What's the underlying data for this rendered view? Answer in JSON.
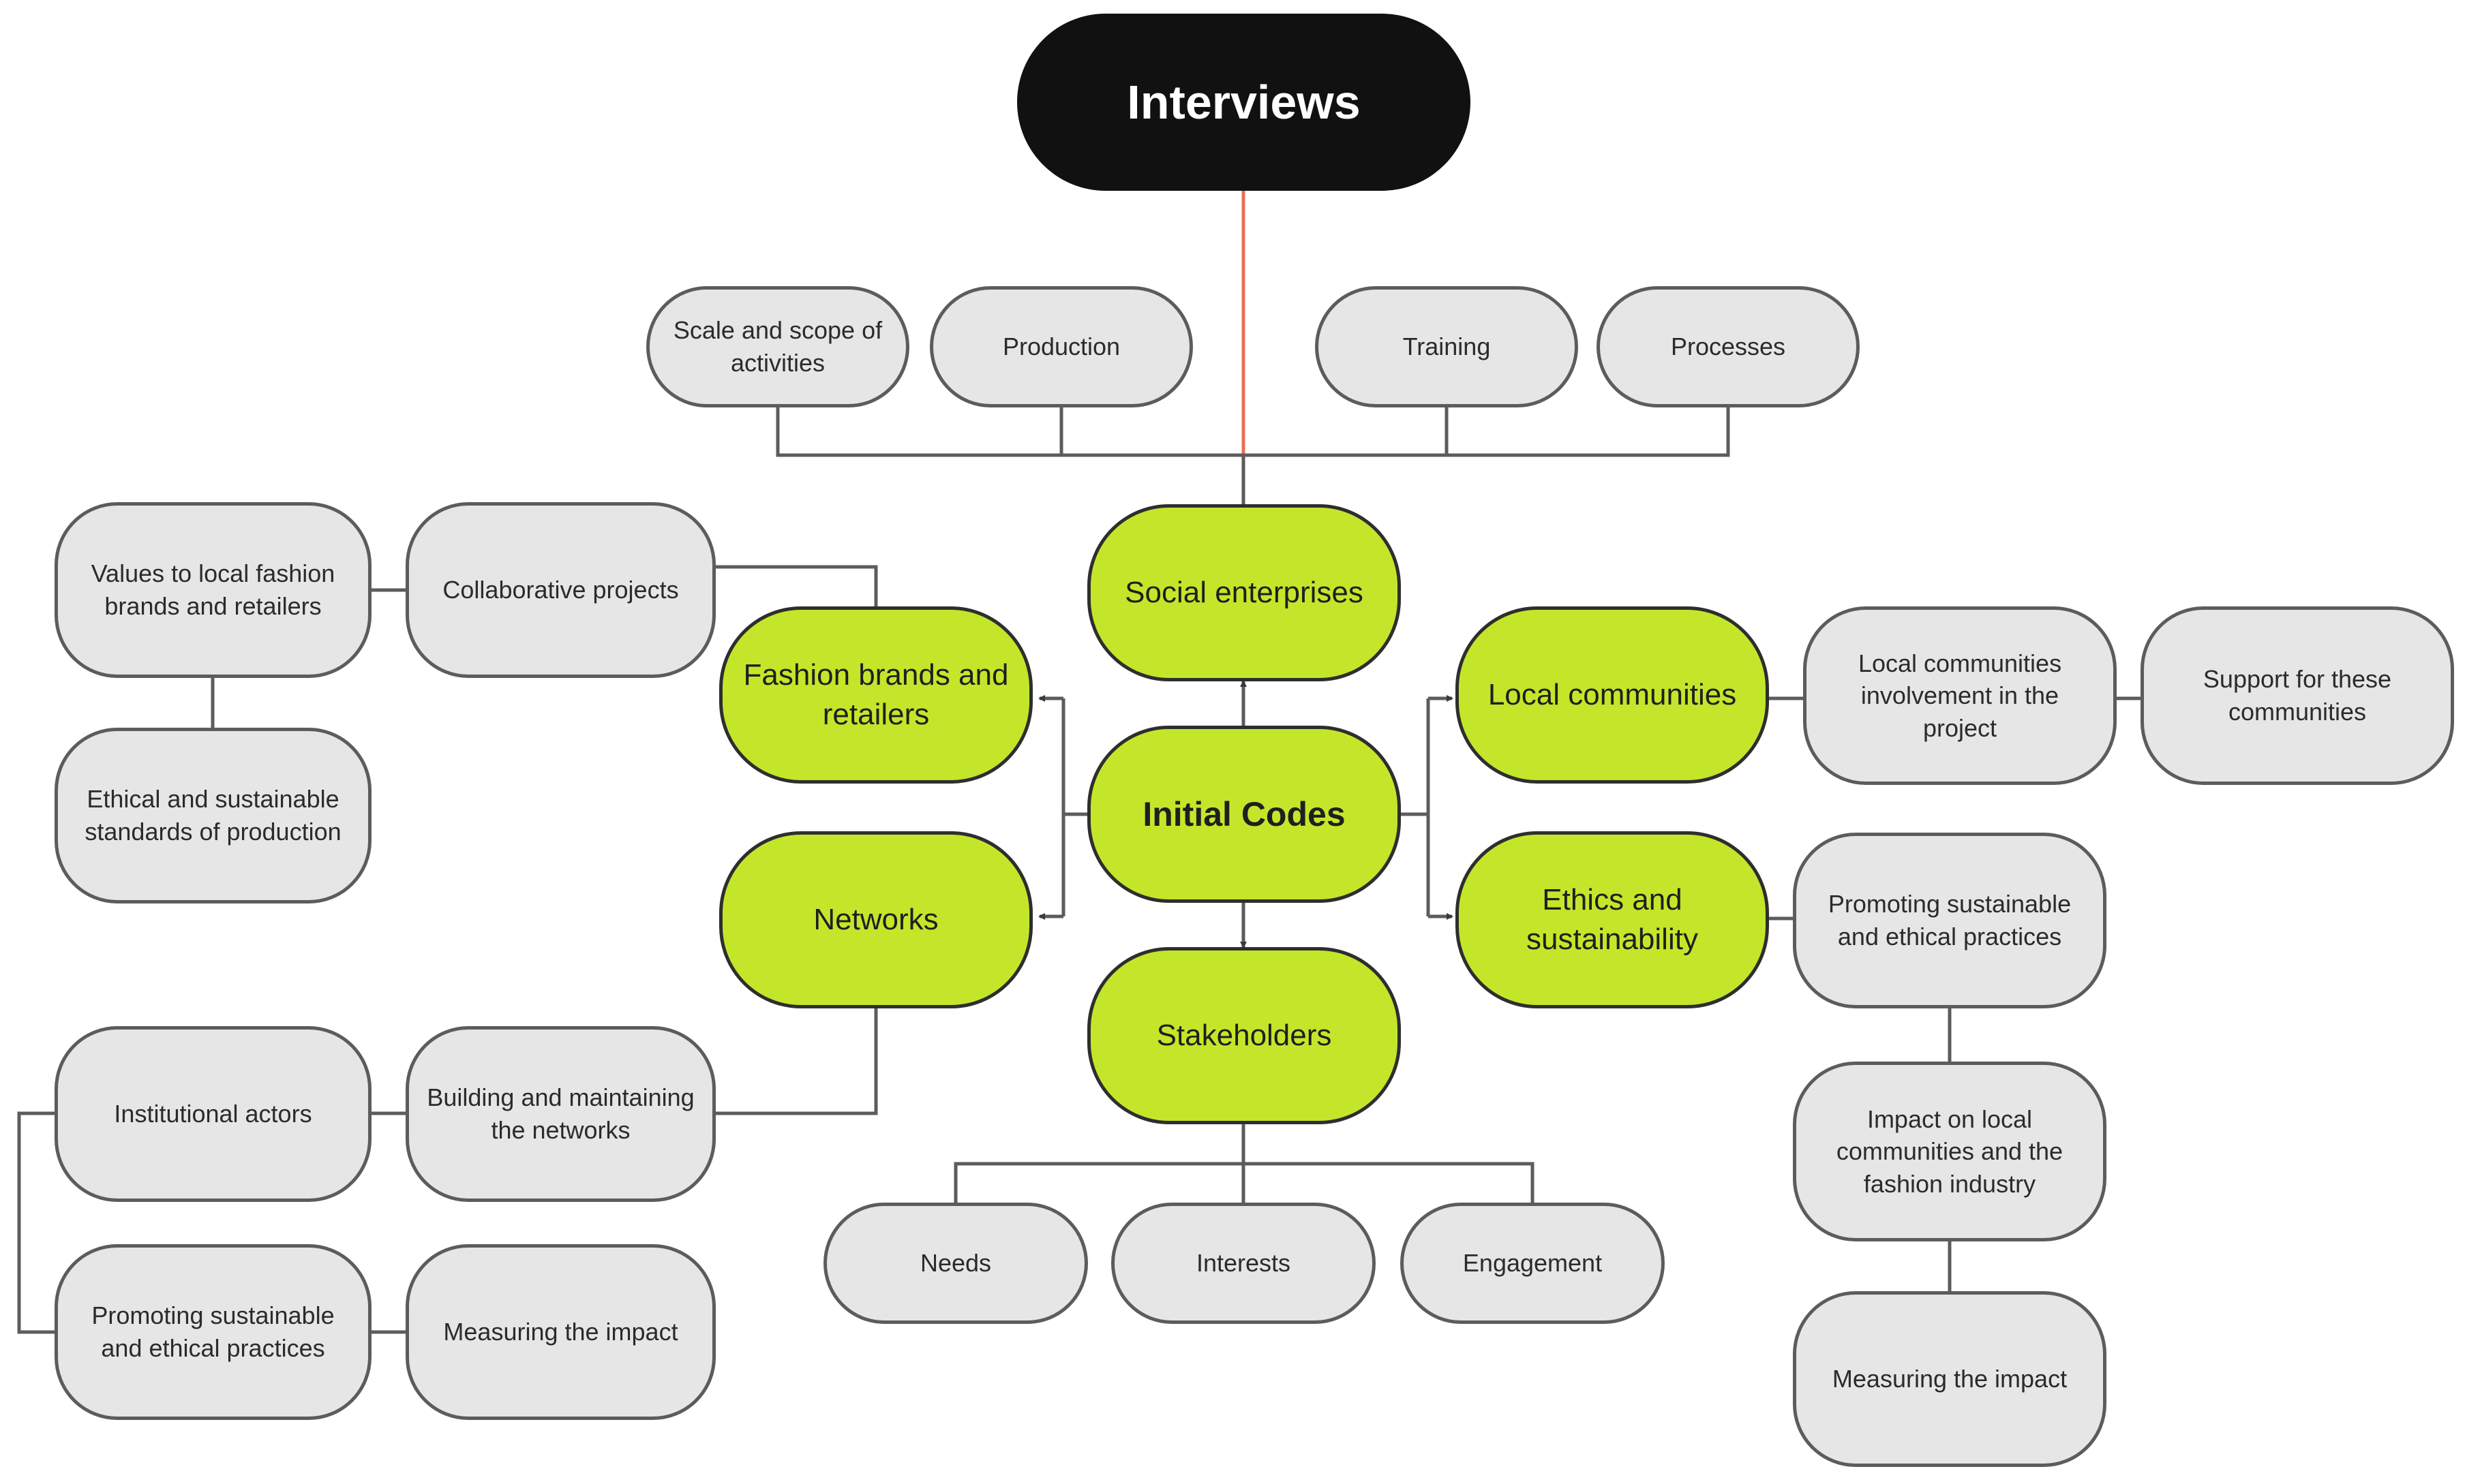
{
  "root": {
    "label": "Interviews"
  },
  "center": {
    "label": "Initial Codes"
  },
  "categories": {
    "social_enterprises": "Social enterprises",
    "fashion_brands": "Fashion brands and retailers",
    "networks": "Networks",
    "stakeholders": "Stakeholders",
    "local_communities": "Local communities",
    "ethics": "Ethics and sustainability"
  },
  "codes": {
    "scale_scope": "Scale and scope of activities",
    "production": "Production",
    "training": "Training",
    "processes": "Processes",
    "values_local": "Values to local fashion brands and retailers",
    "collaborative": "Collaborative projects",
    "ethical_standards": "Ethical and sustainable standards of production",
    "institutional": "Institutional actors",
    "building_networks": "Building and maintaining the networks",
    "promoting_left": "Promoting sustainable and ethical practices",
    "measuring_left": "Measuring the impact",
    "needs": "Needs",
    "interests": "Interests",
    "engagement": "Engagement",
    "involvement": "Local communities involvement in the project",
    "support": "Support for these communities",
    "promoting_right": "Promoting sustainable and ethical practices",
    "impact_local": "Impact on local communities and the fashion industry",
    "measuring_right": "Measuring the impact"
  },
  "colors": {
    "root_fill": "#111111",
    "category_fill": "#c4e62a",
    "code_fill": "#e6e6e6",
    "connector": "#5c5c5c",
    "root_link": "#e8705a"
  }
}
